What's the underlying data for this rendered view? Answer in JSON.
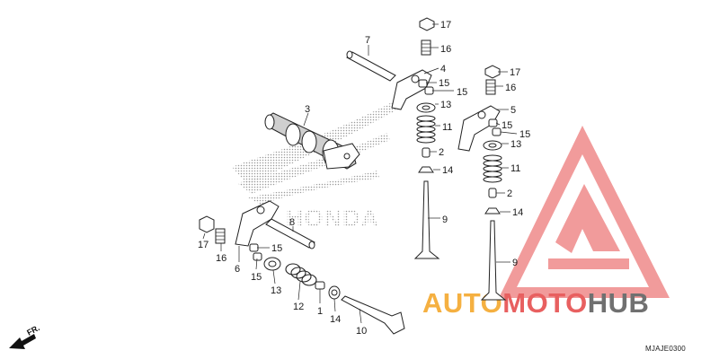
{
  "diagram": {
    "code": "MJAJE0300",
    "brand_text": "HONDA",
    "direction_label": "FR.",
    "part_numbers": {
      "p17a": "17",
      "p16a": "16",
      "p7": "7",
      "p4": "4",
      "p15a": "15",
      "p15b": "15",
      "p13a": "13",
      "p3": "3",
      "p11a": "11",
      "p2a": "2",
      "p14a": "14",
      "p9a": "9",
      "p17b": "17",
      "p16b": "16",
      "p5": "5",
      "p15c": "15",
      "p15d": "15",
      "p13b": "13",
      "p11b": "11",
      "p2b": "2",
      "p14b": "14",
      "p9b": "9",
      "p8": "8",
      "p17c": "17",
      "p16c": "16",
      "p6": "6",
      "p15e": "15",
      "p15f": "15",
      "p13c": "13",
      "p12": "12",
      "p1": "1",
      "p14c": "14",
      "p10": "10"
    }
  },
  "watermark": {
    "part1": "AUTO",
    "part2": "MOTO",
    "part3": "HUB",
    "colors": {
      "orange": "#f5b041",
      "red": "#e86060",
      "gray": "#707070",
      "logo": "#ef8a8a"
    }
  }
}
